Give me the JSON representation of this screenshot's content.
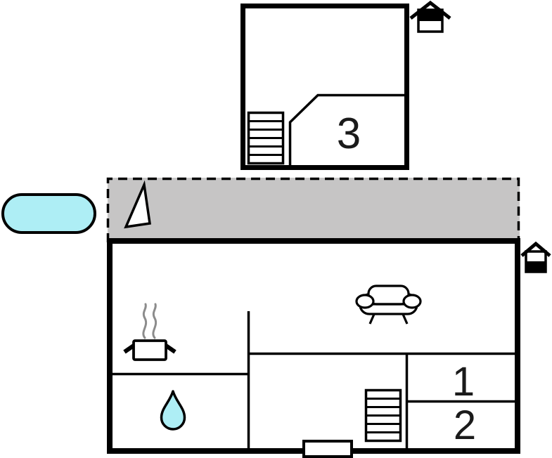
{
  "plan": {
    "upper_floor": {
      "room_label": "3"
    },
    "ground_floor": {
      "room1_label": "1",
      "room2_label": "2"
    }
  },
  "colors": {
    "water": "#aeeef5",
    "terrace": "#c6c5c5",
    "outline": "#000000",
    "steam": "#8c8c8c"
  },
  "icons": {
    "pool": "pool-icon",
    "terrace_sail": "sail-triangle-icon",
    "upper_stairs": "staircase-icon",
    "ground_stairs": "staircase-icon",
    "sofa": "sofa-icon",
    "cooking_pot": "cooking-pot-icon",
    "water_drop": "water-drop-icon",
    "upper_level_marker": "house-upper-level-icon",
    "ground_level_marker": "house-ground-level-icon",
    "entrance": "entrance-door"
  }
}
